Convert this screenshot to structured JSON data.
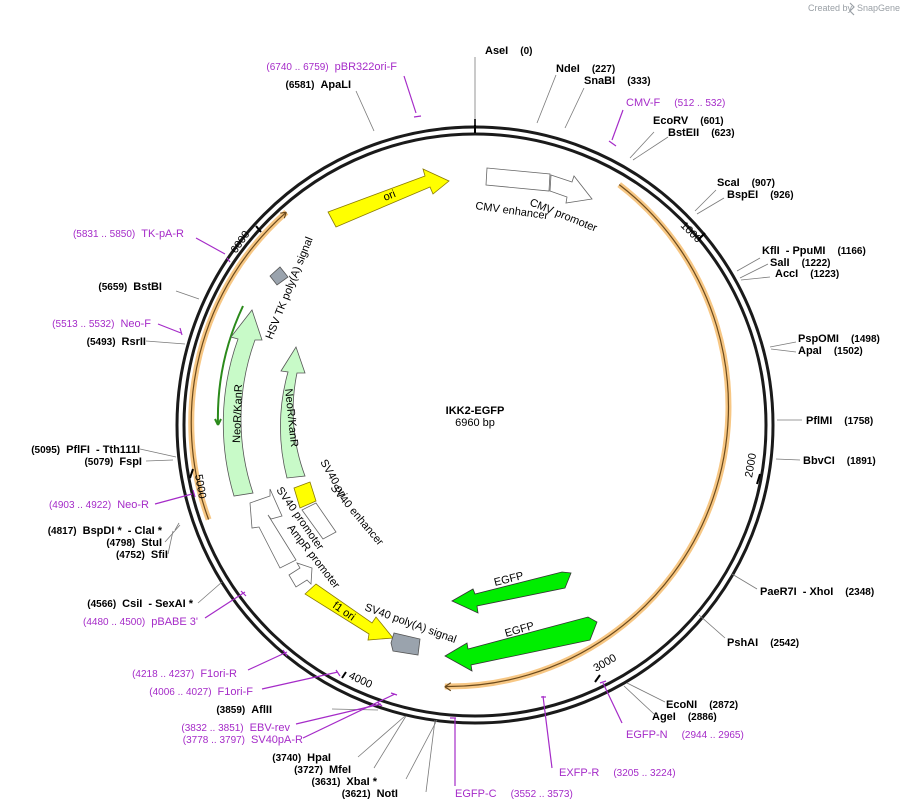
{
  "watermark": {
    "prefix": "Created by",
    "brand": "SnapGene"
  },
  "plasmid": {
    "name": "IKK2-EGFP",
    "length": "6960 bp"
  },
  "ticks": [
    "1000",
    "2000",
    "3000",
    "4000",
    "5000",
    "6000"
  ],
  "features": {
    "ori": "ori",
    "cmv_enhancer": "CMV enhancer",
    "cmv_promoter": "CMV promoter",
    "hsv_tk": "HSV TK poly(A) signal",
    "neor_outer": "NeoR/KanR",
    "neor_inner": "NeoR/KanR",
    "sv40_ori": "SV40 ori",
    "sv40_enhancer": "SV40 enhancer",
    "sv40_promoter": "SV40 promoter",
    "ampr_promoter": "AmpR promoter",
    "f1_ori": "f1 ori",
    "sv40_polya": "SV40 poly(A) signal",
    "egfp_1": "EGFP",
    "egfp_2": "EGFP"
  },
  "enzymes": {
    "asei": {
      "name": "AseI",
      "pos": "(0)"
    },
    "ndei": {
      "name": "NdeI",
      "pos": "(227)"
    },
    "snabi": {
      "name": "SnaBI",
      "pos": "(333)"
    },
    "ecorv": {
      "name": "EcoRV",
      "pos": "(601)"
    },
    "bsteii": {
      "name": "BstEII",
      "pos": "(623)"
    },
    "scai": {
      "name": "ScaI",
      "pos": "(907)"
    },
    "bspei": {
      "name": "BspEI",
      "pos": "(926)"
    },
    "kfli": {
      "name": "KflI",
      "name2": "PpuMI",
      "pos": "(1166)"
    },
    "sali": {
      "name": "SalI",
      "pos": "(1222)"
    },
    "acci": {
      "name": "AccI",
      "pos": "(1223)"
    },
    "pspomi": {
      "name": "PspOMI",
      "pos": "(1498)"
    },
    "apai": {
      "name": "ApaI",
      "pos": "(1502)"
    },
    "pflmi": {
      "name": "PflMI",
      "pos": "(1758)"
    },
    "bbvci": {
      "name": "BbvCI",
      "pos": "(1891)"
    },
    "paer7i": {
      "name": "PaeR7I",
      "name2": "XhoI",
      "pos": "(2348)"
    },
    "pshai": {
      "name": "PshAI",
      "pos": "(2542)"
    },
    "econi": {
      "name": "EcoNI",
      "pos": "(2872)"
    },
    "agei": {
      "name": "AgeI",
      "pos": "(2886)"
    },
    "noti": {
      "name": "NotI",
      "pos": "(3621)"
    },
    "xbai": {
      "name": "XbaI *",
      "pos": "(3631)"
    },
    "mfei": {
      "name": "MfeI",
      "pos": "(3727)"
    },
    "hpai": {
      "name": "HpaI",
      "pos": "(3740)"
    },
    "aflii": {
      "name": "AflII",
      "pos": "(3859)"
    },
    "csii": {
      "name": "CsiI",
      "name2": "SexAI *",
      "pos": "(4566)"
    },
    "sfii": {
      "name": "SfiI",
      "pos": "(4752)"
    },
    "stui": {
      "name": "StuI",
      "pos": "(4798)"
    },
    "bspdi": {
      "name": "BspDI *",
      "name2": "ClaI *",
      "pos": "(4817)"
    },
    "fspi": {
      "name": "FspI",
      "pos": "(5079)"
    },
    "pflfi": {
      "name": "PflFI",
      "name2": "Tth111I",
      "pos": "(5095)"
    },
    "rsrii": {
      "name": "RsrII",
      "pos": "(5493)"
    },
    "bstbi": {
      "name": "BstBI",
      "pos": "(5659)"
    },
    "apali": {
      "name": "ApaLI",
      "pos": "(6581)"
    }
  },
  "primers": {
    "pbr322ori": {
      "name": "pBR322ori-F",
      "pos": "(6740 .. 6759)"
    },
    "cmvf": {
      "name": "CMV-F",
      "pos": "(512 .. 532)"
    },
    "tkpar": {
      "name": "TK-pA-R",
      "pos": "(5831 .. 5850)"
    },
    "neof": {
      "name": "Neo-F",
      "pos": "(5513 .. 5532)"
    },
    "neor": {
      "name": "Neo-R",
      "pos": "(4903 .. 4922)"
    },
    "pbabe3": {
      "name": "pBABE 3'",
      "pos": "(4480 .. 4500)"
    },
    "f1orir": {
      "name": "F1ori-R",
      "pos": "(4218 .. 4237)"
    },
    "f1orif": {
      "name": "F1ori-F",
      "pos": "(4006 .. 4027)"
    },
    "ebvrev": {
      "name": "EBV-rev",
      "pos": "(3832 .. 3851)"
    },
    "sv40par": {
      "name": "SV40pA-R",
      "pos": "(3778 .. 3797)"
    },
    "egfpc": {
      "name": "EGFP-C",
      "pos": "(3552 .. 3573)"
    },
    "exfpr": {
      "name": "EXFP-R",
      "pos": "(3205 .. 3224)"
    },
    "egfpn": {
      "name": "EGFP-N",
      "pos": "(2944 .. 2965)"
    }
  }
}
